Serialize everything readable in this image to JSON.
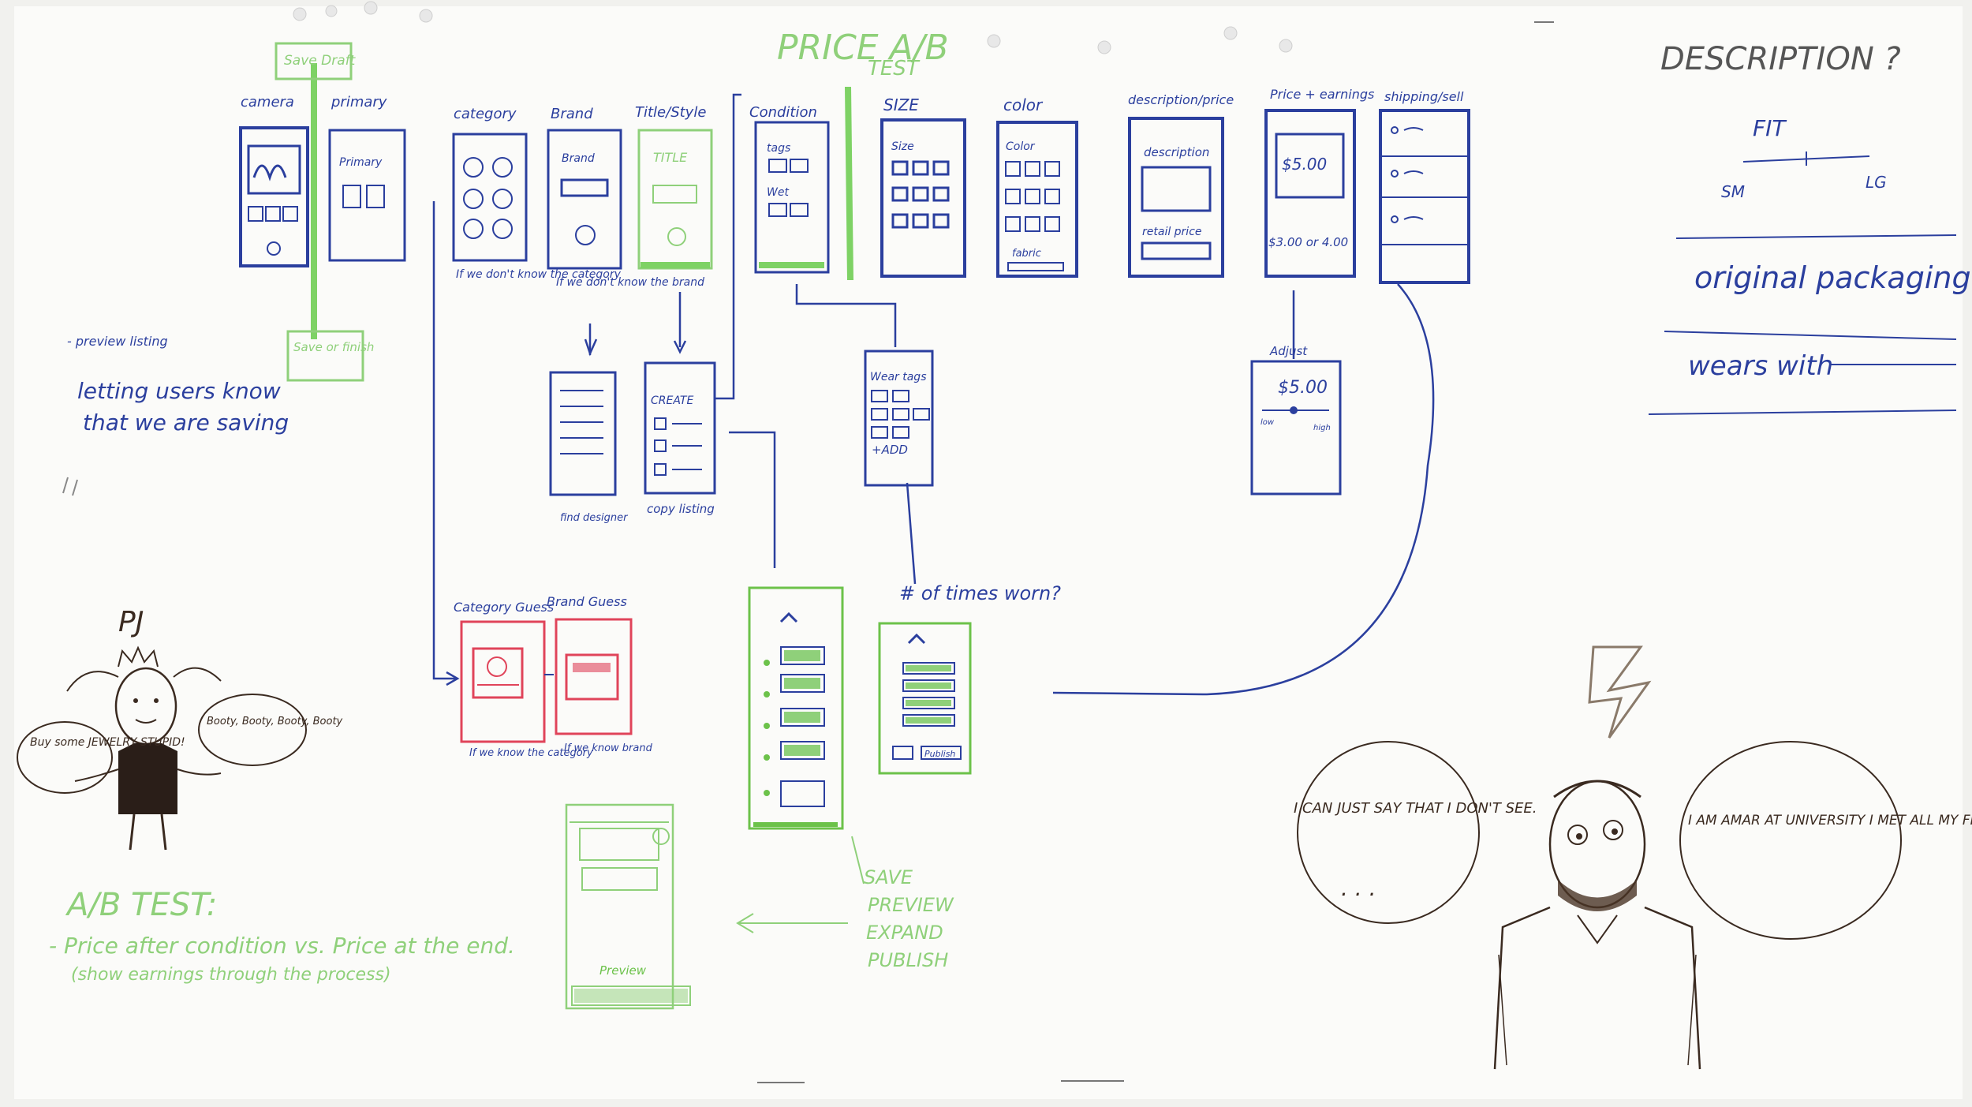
{
  "colors": {
    "board": "#fafaf8",
    "blue": "#2b3f9e",
    "green": "#6cc24a",
    "red": "#e0445a",
    "brown": "#3a2a20",
    "gray": "#888888"
  },
  "ab_header": {
    "title": "PRICE A/B",
    "sub": "TEST"
  },
  "top_screens": [
    {
      "label": "camera",
      "tag": ""
    },
    {
      "label": "primary",
      "tag": "Primary"
    },
    {
      "label": "category",
      "tag": ""
    },
    {
      "label": "Brand",
      "tag": "Brand"
    },
    {
      "label": "Title/Style",
      "tag": "TITLE"
    },
    {
      "label": "Condition",
      "tag": "tags"
    },
    {
      "label": "SIZE",
      "tag": "Size"
    },
    {
      "label": "color",
      "tag": "Color"
    },
    {
      "label": "description/price",
      "tag": "description"
    },
    {
      "label": "Price + earnings",
      "tag": "$5.00"
    },
    {
      "label": "shipping/sell",
      "tag": ""
    }
  ],
  "top_notes": {
    "save_draft": "Save Draft",
    "save_finish": "Save or finish",
    "cat_note": "If we don't know the category",
    "brand_note": "If we don't know the brand",
    "desc_retail": "retail price",
    "price_ship": "$3.00 or 4.00",
    "cond_wet": "Wet",
    "color_fabric": "fabric"
  },
  "sub_screens": {
    "find_designer": "find designer",
    "copy_listing": "copy listing",
    "create": "CREATE",
    "wear_tags": "Wear tags",
    "add": "+ADD",
    "adjust": "Adjust",
    "adjust_price": "$5.00",
    "slider_low": "low",
    "slider_high": "high"
  },
  "guesses": {
    "category_label": "Category Guess",
    "brand_label": "Brand Guess",
    "category_note": "If we know the category",
    "brand_note": "If we know brand"
  },
  "times_worn": "# of times worn?",
  "left_notes": {
    "preview": "- preview listing",
    "letting": "letting users know",
    "saving": "that we are saving"
  },
  "pj": {
    "name": "PJ",
    "bubble_left": "Buy some JEWELRY STUPID!",
    "bubble_right": "Booty, Booty, Booty, Booty"
  },
  "ab_test": {
    "title": "A/B TEST:",
    "line1": "- Price after condition vs. Price at the end.",
    "line2": "(show earnings through the process)"
  },
  "save_preview": {
    "line1": "SAVE",
    "line2": "PREVIEW",
    "line3": "EXPAND",
    "line4": "PUBLISH"
  },
  "green_screens": {
    "preview": "Preview",
    "publish": "Publish"
  },
  "description_panel": {
    "title": "DESCRIPTION ?",
    "fit": "FIT",
    "sm": "SM",
    "lg": "LG",
    "packaging": "original packaging",
    "wears": "wears with"
  },
  "amar": {
    "bubble_left": "I CAN JUST SAY THAT I DON'T SEE.",
    "ellipsis": ". . .",
    "bubble_right": "I AM AMAR AT UNIVERSITY I MET ALL MY FRIENDS."
  }
}
